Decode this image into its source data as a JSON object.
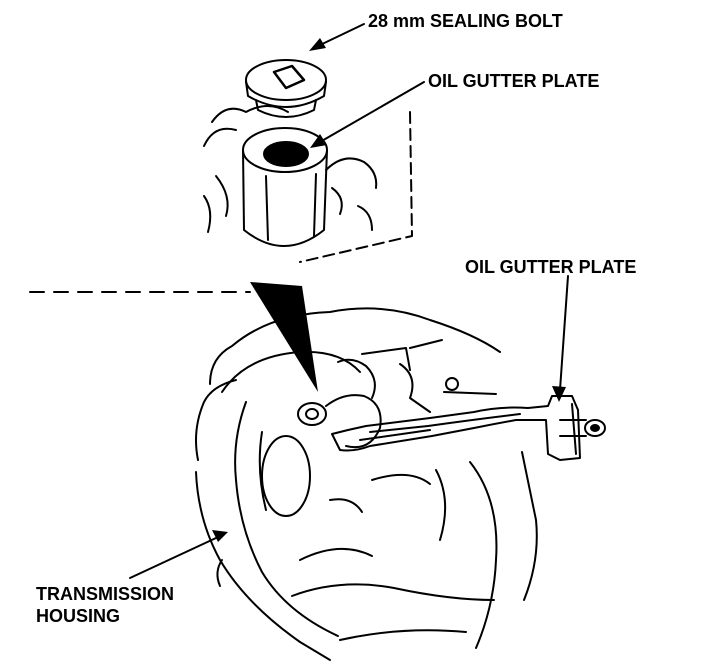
{
  "labels": {
    "sealing_bolt": "28 mm SEALING BOLT",
    "oil_gutter_plate_top": "OIL GUTTER PLATE",
    "oil_gutter_plate_right": "OIL GUTTER PLATE",
    "transmission_housing_line1": "TRANSMISSION",
    "transmission_housing_line2": "HOUSING"
  },
  "colors": {
    "ink": "#000000",
    "paper": "#ffffff"
  }
}
